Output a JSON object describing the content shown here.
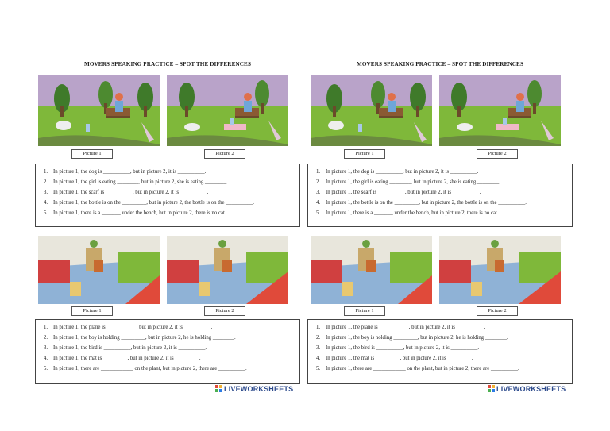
{
  "title": "MOVERS SPEAKING PRACTICE – SPOT THE DIFFERENCES",
  "caption1": "Picture 1",
  "caption2": "Picture 2",
  "park_questions": [
    {
      "num": "1.",
      "text": "In picture 1, the dog is __________, but in picture 2, it is __________."
    },
    {
      "num": "2.",
      "text": "In picture 1, the girl is eating ________, but in picture 2, she is eating ________."
    },
    {
      "num": "3.",
      "text": "In picture 1, the scarf  is __________, but in picture 2, it is __________."
    },
    {
      "num": "4.",
      "text": "In picture 1, the bottle is on the _________, but in picture 2, the bottle is on the __________."
    },
    {
      "num": "5.",
      "text": "In picture 1, there is a _______ under the bench, but in picture 2, there is no cat."
    }
  ],
  "room_questions": [
    {
      "num": "1.",
      "text": "In picture 1, the plane is ___________, but in picture 2, it is __________."
    },
    {
      "num": "2.",
      "text": "In picture 1, the boy is holding _________, but in picture 2, he is holding ________."
    },
    {
      "num": "3.",
      "text": "In picture 1, the bird  is __________, but in picture 2, it is __________."
    },
    {
      "num": "4.",
      "text": "In picture 1, the mat is _________, but in picture 2, it is  _________."
    },
    {
      "num": "5.",
      "text": "In picture 1, there are ____________ on the plant, but in picture 2, there are __________."
    }
  ],
  "brand": "LIVEWORKSHEETS",
  "colors": {
    "brand": "#2c4a8c",
    "grass": "#7fb83a",
    "sky": "#b9a3c9",
    "floor": "#8fb2d6"
  }
}
